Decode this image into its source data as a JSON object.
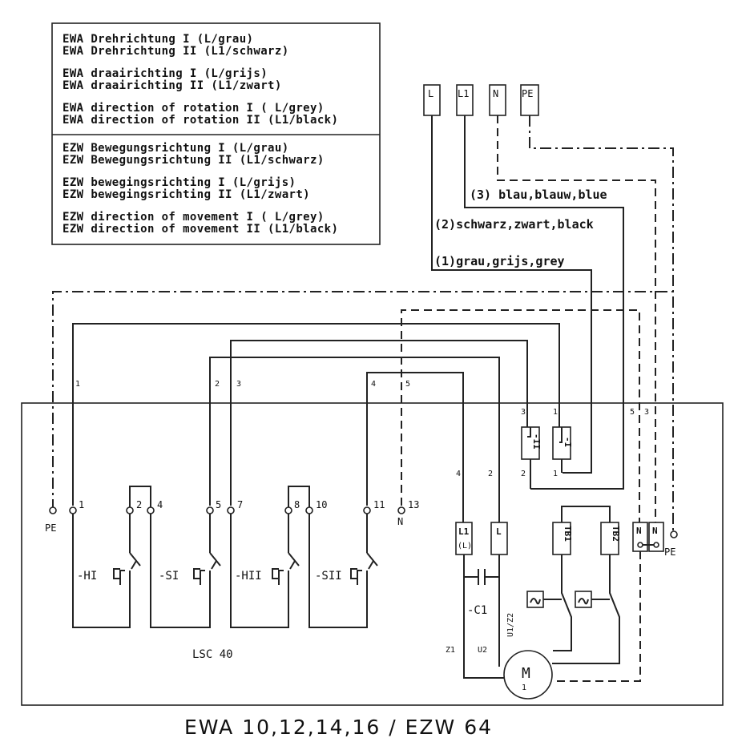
{
  "legend": {
    "groups": [
      [
        "EWA Drehrichtung I (L/grau)",
        "EWA Drehrichtung II (L1/schwarz)"
      ],
      [
        "EWA draairichting I (L/grijs)",
        "EWA draairichting II (L1/zwart)"
      ],
      [
        "EWA direction of rotation I ( L/grey)",
        "EWA direction of rotation II (L1/black)"
      ],
      [
        "EZW Bewegungsrichtung I (L/grau)",
        "EZW Bewegungsrichtung II (L1/schwarz)"
      ],
      [
        "EZW bewegingsrichting I (L/grijs)",
        "EZW bewegingsrichting II (L1/zwart)"
      ],
      [
        "EZW direction of movement I ( L/grey)",
        "EZW direction of movement II (L1/black)"
      ]
    ]
  },
  "supply_terminals": [
    "L",
    "L1",
    "N",
    "PE"
  ],
  "wire_labels": {
    "blue": "(3) blau,blauw,blue",
    "black": "(2)schwarz,zwart,black",
    "grey": "(1)grau,grijs,grey"
  },
  "cable_numbers": [
    "1",
    "2",
    "3",
    "4",
    "5"
  ],
  "relay_terminal_numbers": [
    "3",
    "1",
    "2",
    "1",
    "5",
    "3",
    "4",
    "2"
  ],
  "relays": [
    "-II",
    "-I"
  ],
  "switch_terminals": [
    "1",
    "2",
    "4",
    "5",
    "7",
    "8",
    "10",
    "11",
    "13"
  ],
  "pe_label": "PE",
  "n_label": "N",
  "switches": [
    "-HI",
    "-SI",
    "-HII",
    "-SII"
  ],
  "unit_name": "LSC 40",
  "component_terminals": {
    "l1": "L1",
    "l1_sub": "(L)",
    "l": "L",
    "tb1": "TB1",
    "tb2": "TB2",
    "n1": "N",
    "n2": "N",
    "pe": "PE"
  },
  "capacitor": "-C1",
  "winding_labels": {
    "z1": "Z1",
    "u2": "U2",
    "u1z2": "U1/Z2"
  },
  "motor": {
    "label": "M",
    "sub": "1"
  },
  "model_title": "EWA 10,12,14,16 / EZW 64"
}
